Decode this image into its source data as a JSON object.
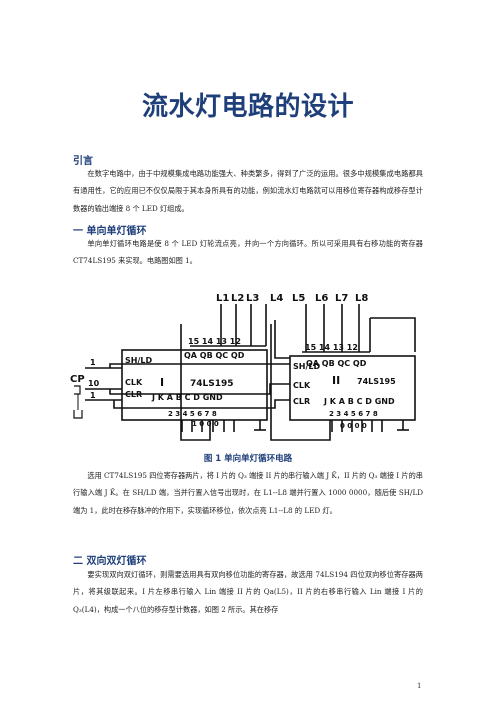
{
  "title": "流水灯电路的设计",
  "intro": {
    "heading": "引言",
    "text": "在数字电路中，由于中规模集成电路功能强大、种类繁多，得到了广泛的运用。很多中规模集成电路都具有通用性，它的应用已不仅仅局限于其本身所具有的功能，例如流水灯电路就可以用移位寄存器构成移存型计数器的输出端接 8 个 LED 灯组成。"
  },
  "section1": {
    "heading": "一  单向单灯循环",
    "text1": "单向单灯循环电路是使 8 个 LED 灯轮流点亮，并向一个方向循环。所以可采用具有右移功能的寄存器 CT74LS195 来实现。电路图如图 1。",
    "figure_caption": "图 1  单向单灯循环电路",
    "text2": "选用 CT74LS195 四位寄存器两片，将 I 片的 Q₃ 端接 II 片的串行输入端 J K̄，II 片的 Q₃ 端接 I 片的串行输入端 J K̄。在 SH/LD 端，当并行置入信号出现时，在 L1--L8 端并行置入 1000 0000，随后使 SH/LD 端为 1，此时在移存脉冲的作用下，实现循环移位，依次点亮 L1--L8 的 LED 灯。"
  },
  "section2": {
    "heading": "二  双向双灯循环",
    "text": "要实现双向双灯循环，则需要选用具有双向移位功能的寄存器，故选用 74LS194 四位双向移位寄存器两片，将其级联起来。I 片左移串行输入 Lin 端接 II 片的 Qa(L5)，II 片的右移串行输入 Lin 端接 I 片的 Q₃(L4)，构成一个八位的移存型计数器，如图 2 所示。其在移存"
  },
  "figure": {
    "lamps": [
      "L1",
      "L2",
      "L3",
      "L4",
      "L5",
      "L6",
      "L7",
      "L8"
    ],
    "chip1": {
      "part": "74LS195",
      "roman": "I",
      "outputs": "QA QB QC QD",
      "top_pins": "15 14 13 12",
      "left_labels": [
        "SH/LD",
        "CLK",
        "CLR"
      ],
      "bottom_labels": "J  K  A  B  C  D  GND",
      "bottom_pins": "2  3  4  5  6  7  8",
      "preset": "1  0  0  0"
    },
    "chip2": {
      "part": "74LS195",
      "roman": "II",
      "outputs": "QA QB QC QD",
      "top_pins": "15 14 13 12",
      "left_labels": [
        "SH/LD",
        "CLK",
        "CLR"
      ],
      "bottom_labels": "J  K  A  B  C  D  GND",
      "bottom_pins": "2  3  4  5  6  7  8",
      "preset": "0  0  0  0"
    },
    "pin_numbers": [
      "1",
      "10",
      "1"
    ],
    "cp_label": "CP"
  },
  "page_number": "1"
}
